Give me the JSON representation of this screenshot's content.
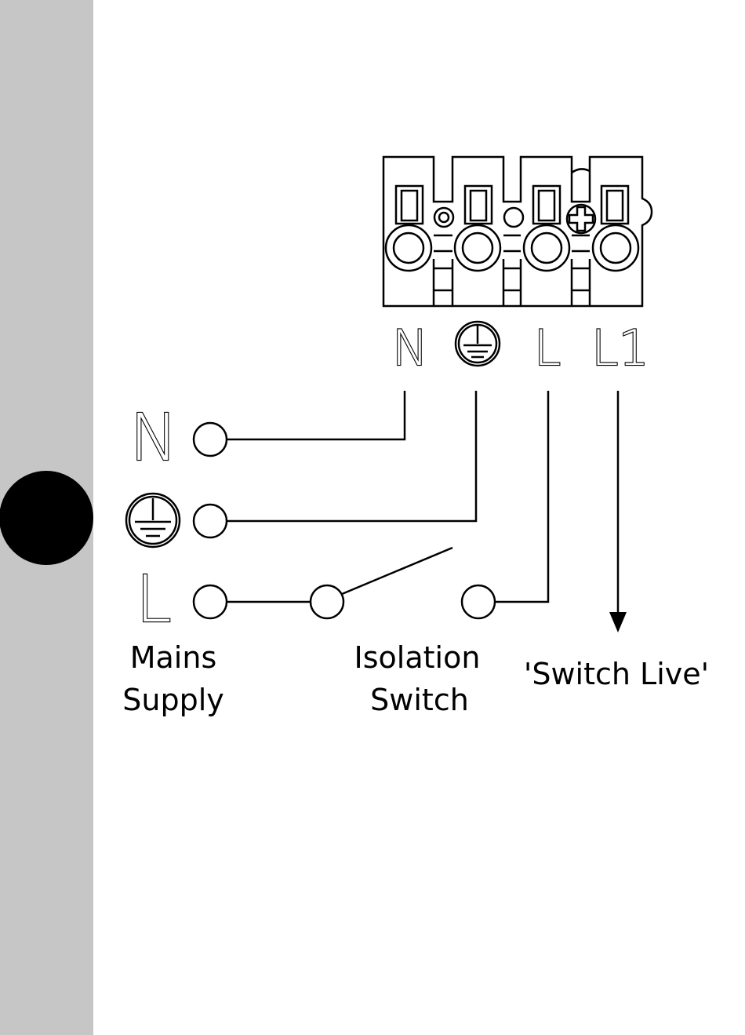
{
  "terminal_block": {
    "labels": [
      "N",
      "L",
      "L1"
    ],
    "earth_icon": "earth-ground-icon"
  },
  "supply_terminals": {
    "labels": [
      "N",
      "L"
    ],
    "earth_icon": "earth-ground-icon"
  },
  "captions": {
    "mains_line1": "Mains",
    "mains_line2": "Supply",
    "isolation_line1": "Isolation",
    "isolation_line2": "Switch",
    "switch_live": "'Switch Live'"
  },
  "colors": {
    "side_band": "#c6c6c6",
    "page_tab": "#000000",
    "line": "#000000"
  }
}
